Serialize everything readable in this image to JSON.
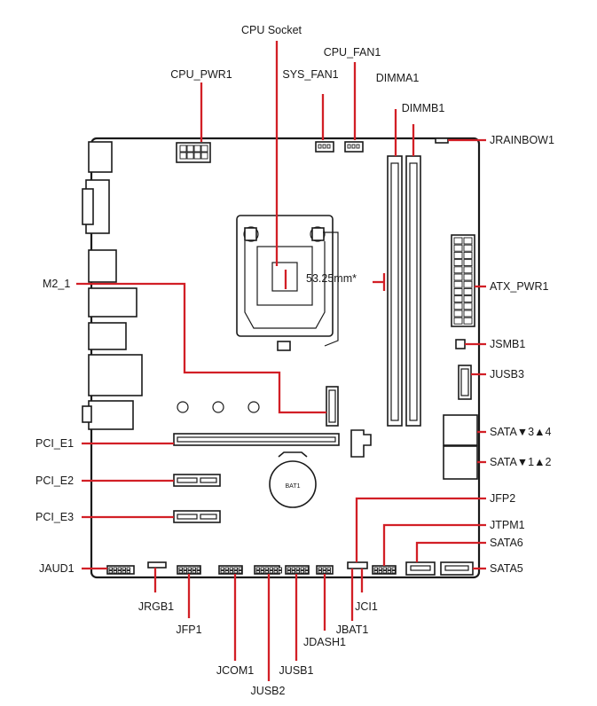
{
  "colors": {
    "leader": "#d21f26",
    "outline": "#1a1a1a",
    "background": "#ffffff"
  },
  "labels": {
    "cpu_socket": "CPU Socket",
    "cpu_fan1": "CPU_FAN1",
    "cpu_pwr1": "CPU_PWR1",
    "sys_fan1": "SYS_FAN1",
    "dimma1": "DIMMA1",
    "dimmb1": "DIMMB1",
    "jrainbow1": "JRAINBOW1",
    "m2_1": "M2_1",
    "dimension": "53.25mm*",
    "atx_pwr1": "ATX_PWR1",
    "jsmb1": "JSMB1",
    "jusb3": "JUSB3",
    "sata34": "SATA▼3▲4",
    "sata12": "SATA▼1▲2",
    "pci_e1": "PCI_E1",
    "pci_e2": "PCI_E2",
    "pci_e3": "PCI_E3",
    "bat1": "BAT1",
    "jfp2": "JFP2",
    "jtpm1": "JTPM1",
    "sata6": "SATA6",
    "sata5": "SATA5",
    "jaud1": "JAUD1",
    "jrgb1": "JRGB1",
    "jfp1": "JFP1",
    "jcom1": "JCOM1",
    "jusb2": "JUSB2",
    "jusb1": "JUSB1",
    "jdash1": "JDASH1",
    "jbat1": "JBAT1",
    "jci1": "JCI1"
  }
}
